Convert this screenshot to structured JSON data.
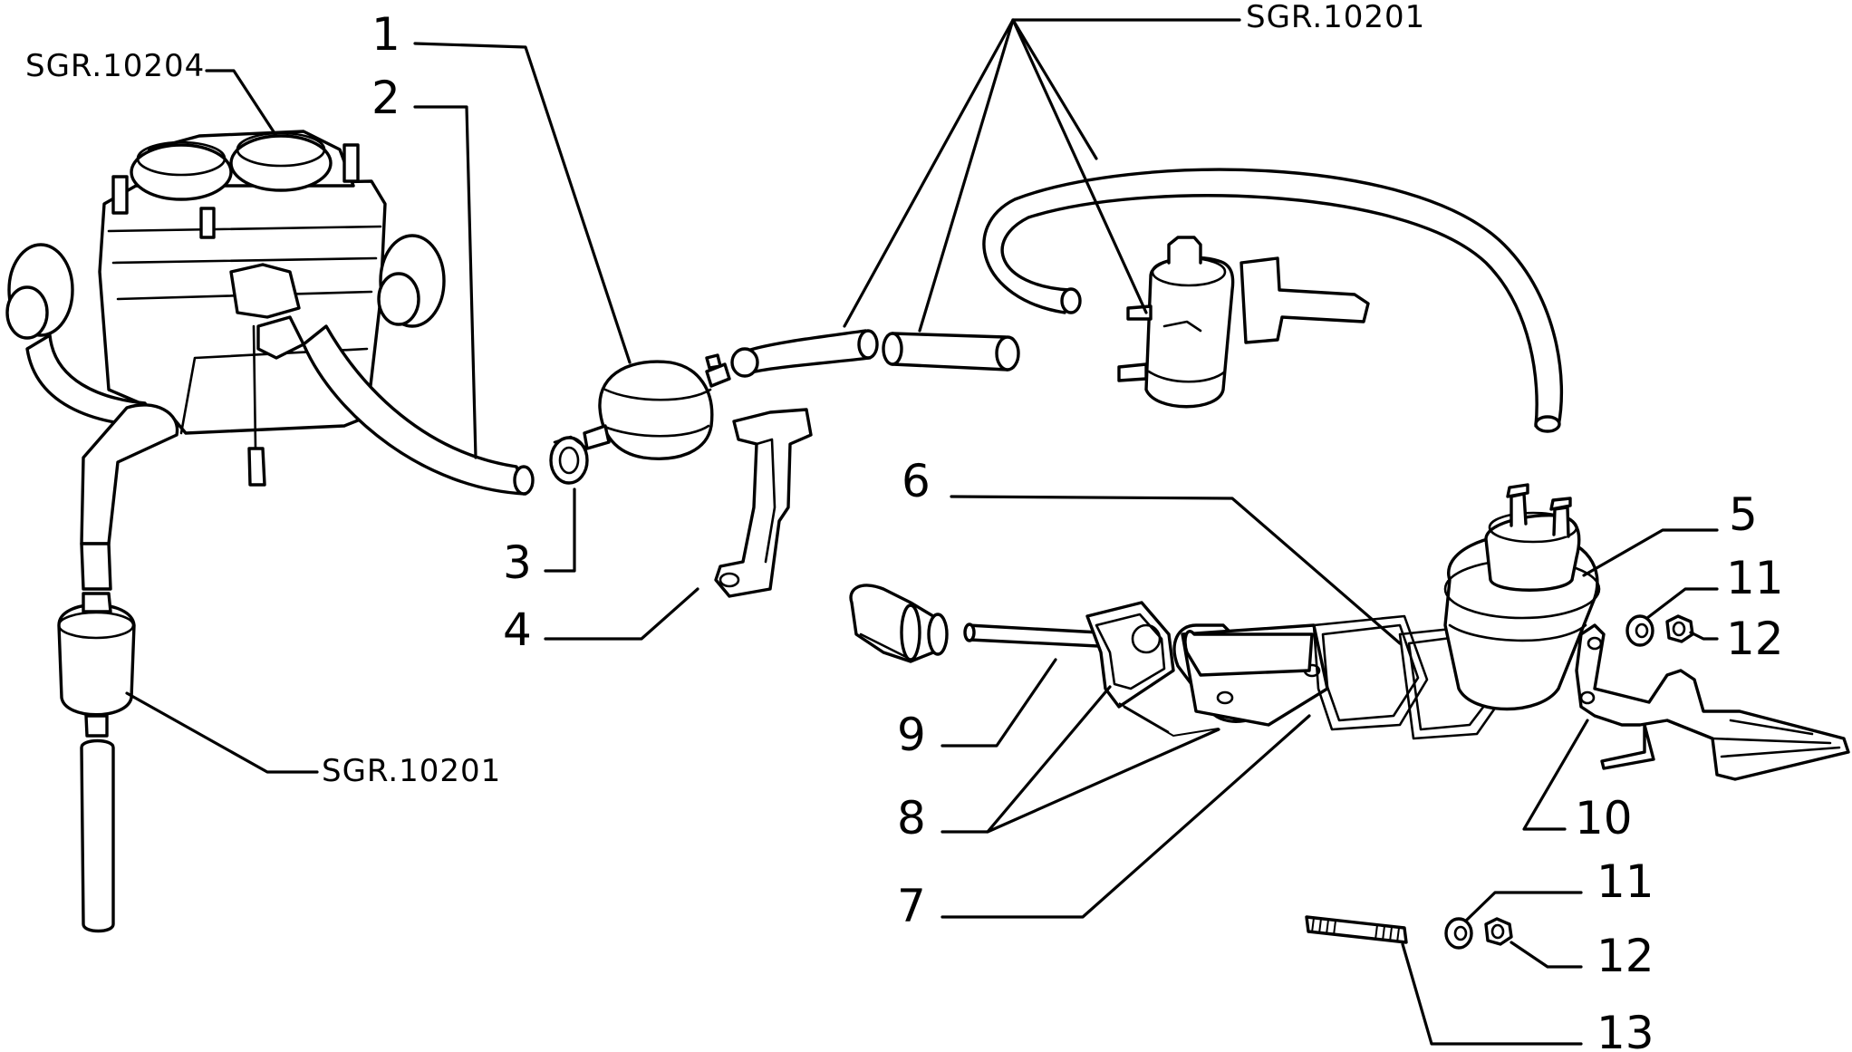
{
  "diagram": {
    "callouts": {
      "c1": "1",
      "c2": "2",
      "c3": "3",
      "c4": "4",
      "c5": "5",
      "c6": "6",
      "c7": "7",
      "c8": "8",
      "c9": "9",
      "c10": "10",
      "c11a": "11",
      "c12a": "12",
      "c11b": "11",
      "c12b": "12",
      "c13": "13"
    },
    "references": {
      "carburettor": "SGR.10204",
      "hoses_top": "SGR.10201",
      "filter_left": "SGR.10201"
    }
  }
}
